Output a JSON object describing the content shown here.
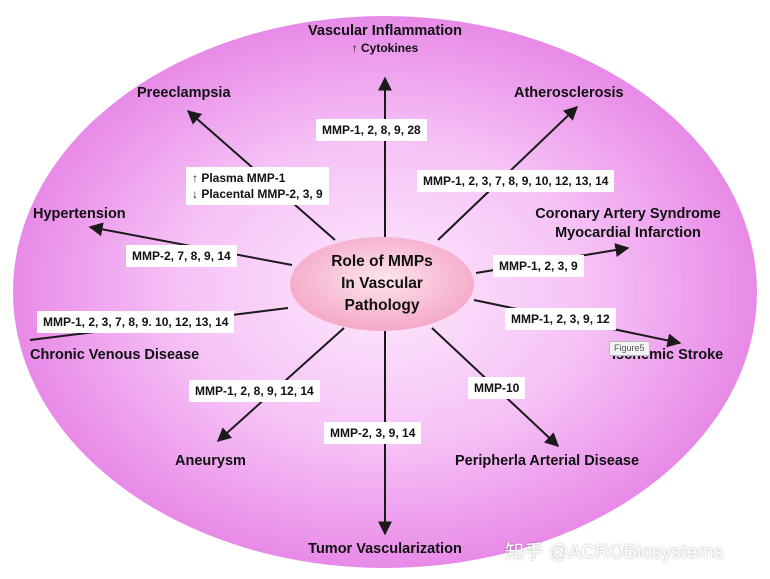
{
  "center": {
    "lines": [
      "Role of MMPs",
      "In Vascular",
      "Pathology"
    ]
  },
  "diseases": {
    "vascular_inflammation": "Vascular Inflammation",
    "vascular_inflammation_sub": "↑ Cytokines",
    "preeclampsia": "Preeclampsia",
    "atherosclerosis": "Atherosclerosis",
    "hypertension": "Hypertension",
    "coronary_line1": "Coronary Artery Syndrome",
    "coronary_line2": "Myocardial Infarction",
    "chronic_venous": "Chronic Venous Disease",
    "ischemic_stroke": "Ischemic Stroke",
    "aneurysm": "Aneurysm",
    "peripheral": "Peripherla Arterial Disease",
    "tumor": "Tumor Vascularization"
  },
  "mmps": {
    "vascular_inflammation": "MMP-1, 2, 8, 9, 28",
    "preeclampsia_line1": "↑ Plasma MMP-1",
    "preeclampsia_line2": "↓ Placental MMP-2, 3, 9",
    "atherosclerosis": "MMP-1, 2, 3, 7, 8, 9, 10, 12, 13, 14",
    "hypertension": "MMP-2, 7, 8, 9, 14",
    "coronary": "MMP-1, 2, 3, 9",
    "chronic_venous": "MMP-1, 2, 3, 7, 8, 9. 10, 12, 13, 14",
    "ischemic_stroke": "MMP-1, 2, 3, 9, 12",
    "aneurysm": "MMP-1, 2, 8, 9, 12, 14",
    "peripheral": "MMP-10",
    "tumor": "MMP-2, 3, 9, 14"
  },
  "figure_tag": "Figure5",
  "watermark": "知乎 @ACROBiosystems",
  "colors": {
    "outer_edge": "#f2b8f2",
    "outer_fill": "#e98be9",
    "outer_center": "#fde8fd",
    "hub_fill": "#f7b9d0",
    "hub_center": "#fde4ef",
    "arrow": "#1a1a1a"
  }
}
